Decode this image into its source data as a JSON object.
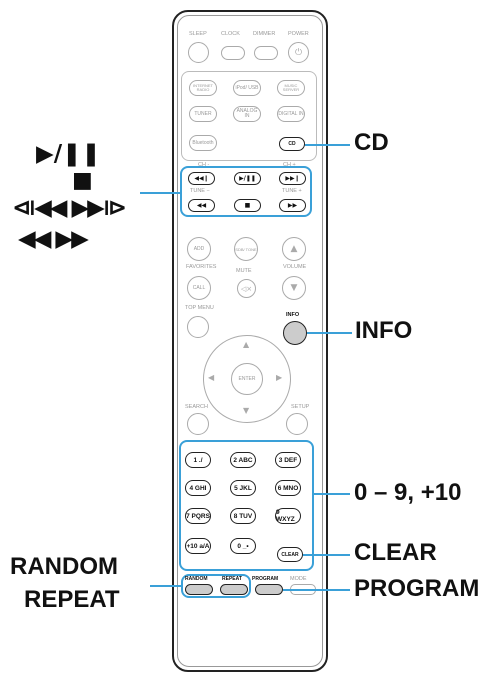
{
  "remote": {
    "top_buttons": [
      "SLEEP",
      "CLOCK",
      "DIMMER",
      "POWER"
    ],
    "source_buttons": {
      "internet_radio": "INTERNET RADIO",
      "ipod_usb": "iPod/ USB",
      "music_server": "MUSIC SERVER",
      "tuner": "TUNER",
      "analog_in": "ANALOG IN",
      "digital_in": "DIGITAL IN",
      "bluetooth": "Bluetooth",
      "cd": "CD"
    },
    "transport": {
      "ch_minus": "CH -",
      "ch_plus": "CH +",
      "tune_minus": "TUNE −",
      "tune_plus": "TUNE +",
      "skip_back": "◀◀❙",
      "play_pause": "▶/❚❚",
      "skip_fwd": "▶▶❙",
      "rewind": "◀◀",
      "stop": "■",
      "fast_fwd": "▶▶"
    },
    "mid": {
      "add": "ADD",
      "sdb_tone": "SDB/ TONE",
      "favorites": "FAVORITES",
      "mute": "MUTE",
      "volume": "VOLUME",
      "call": "CALL",
      "top_menu": "TOP MENU",
      "info": "INFO",
      "enter": "ENTER",
      "search": "SEARCH",
      "setup": "SETUP"
    },
    "keypad": [
      [
        "1 ./",
        "2 ABC",
        "3 DEF"
      ],
      [
        "4 GHI",
        "5 JKL",
        "6 MNO"
      ],
      [
        "7 PQRS",
        "8 TUV",
        "9 WXYZ"
      ],
      [
        "+10 a/A",
        "0 _•",
        "CLEAR"
      ]
    ],
    "bottom_buttons": [
      "RANDOM",
      "REPEAT",
      "PROGRAM",
      "MODE"
    ]
  },
  "callouts": {
    "cd": "CD",
    "play_pause": "▶/❚❚",
    "stop": "■",
    "skip": "⧏◀◀ ▶▶⧐",
    "seek": "◀◀ ▶▶",
    "info": "INFO",
    "digits": "0 – 9, +10",
    "clear": "CLEAR",
    "program": "PROGRAM",
    "random": "RANDOM",
    "repeat": "REPEAT"
  }
}
